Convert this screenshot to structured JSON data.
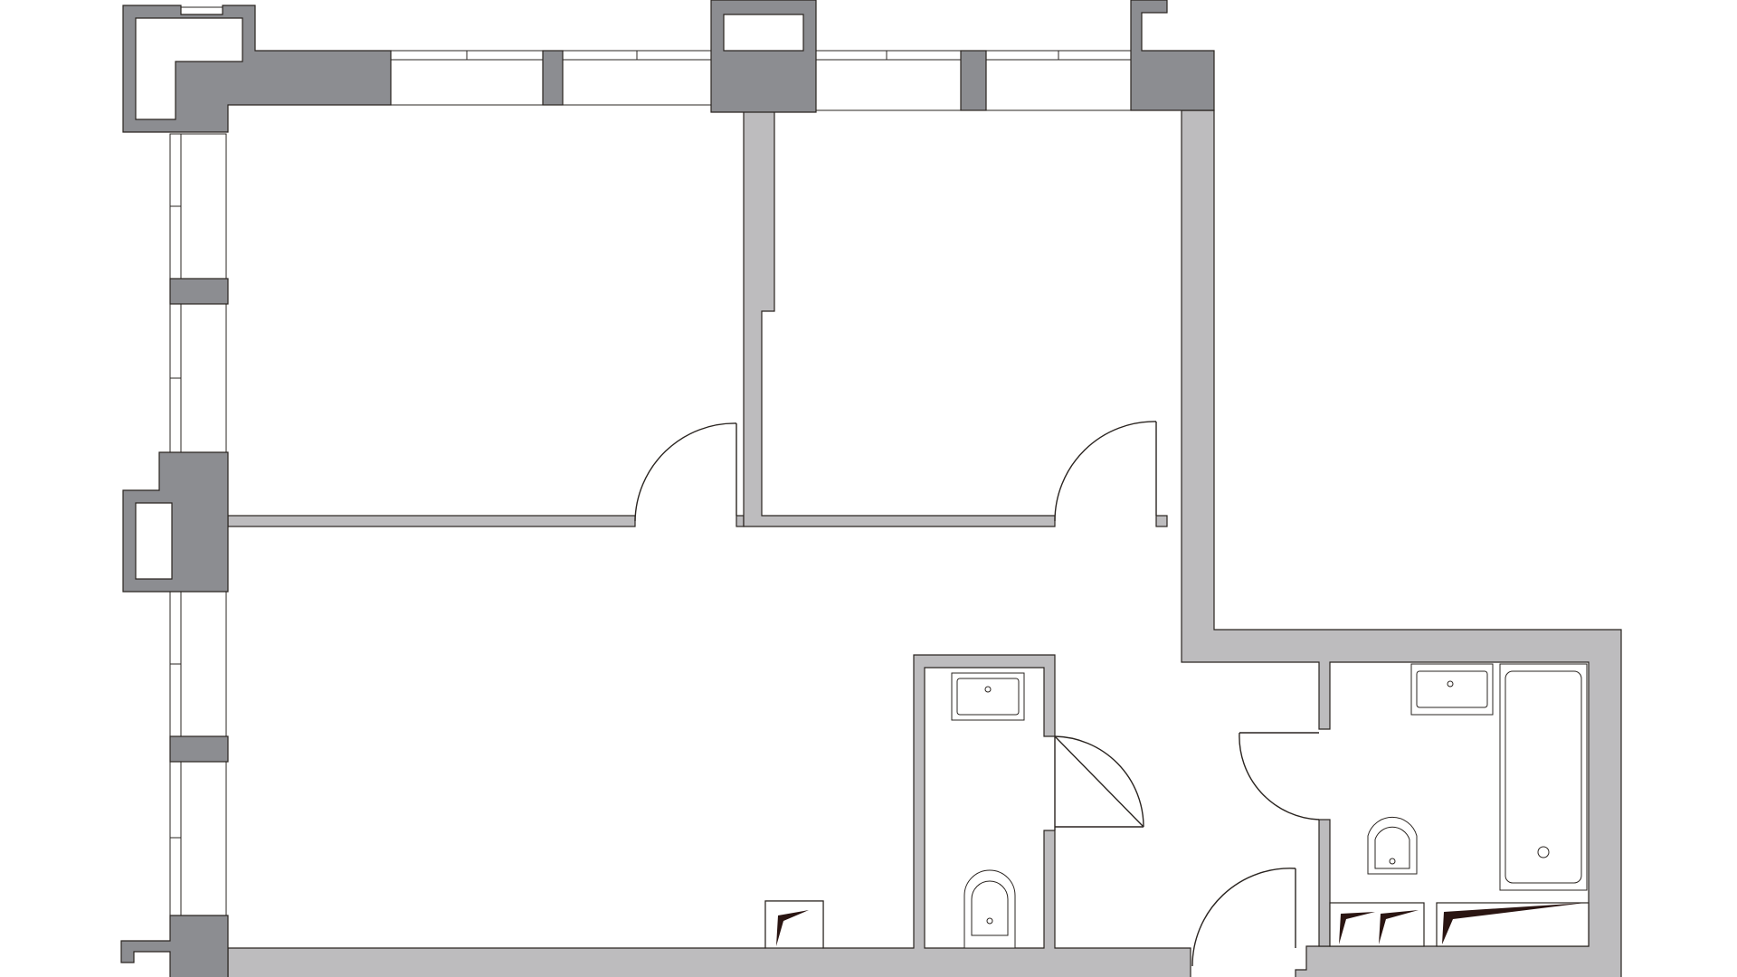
{
  "plan": {
    "title": "",
    "colors": {
      "background": "#ffffff",
      "interior_wall": "#bdbcbe",
      "structural_wall": "#8c8d91",
      "outline": "#2a2420",
      "closet_mark": "#2a1512"
    },
    "rooms": [
      {
        "name": "bedroom-1",
        "label": ""
      },
      {
        "name": "bedroom-2",
        "label": ""
      },
      {
        "name": "living-area",
        "label": ""
      },
      {
        "name": "wc",
        "label": ""
      },
      {
        "name": "bathroom",
        "label": ""
      }
    ],
    "fixtures": [
      "sink-icon",
      "toilet-icon",
      "bathtub-icon"
    ]
  }
}
